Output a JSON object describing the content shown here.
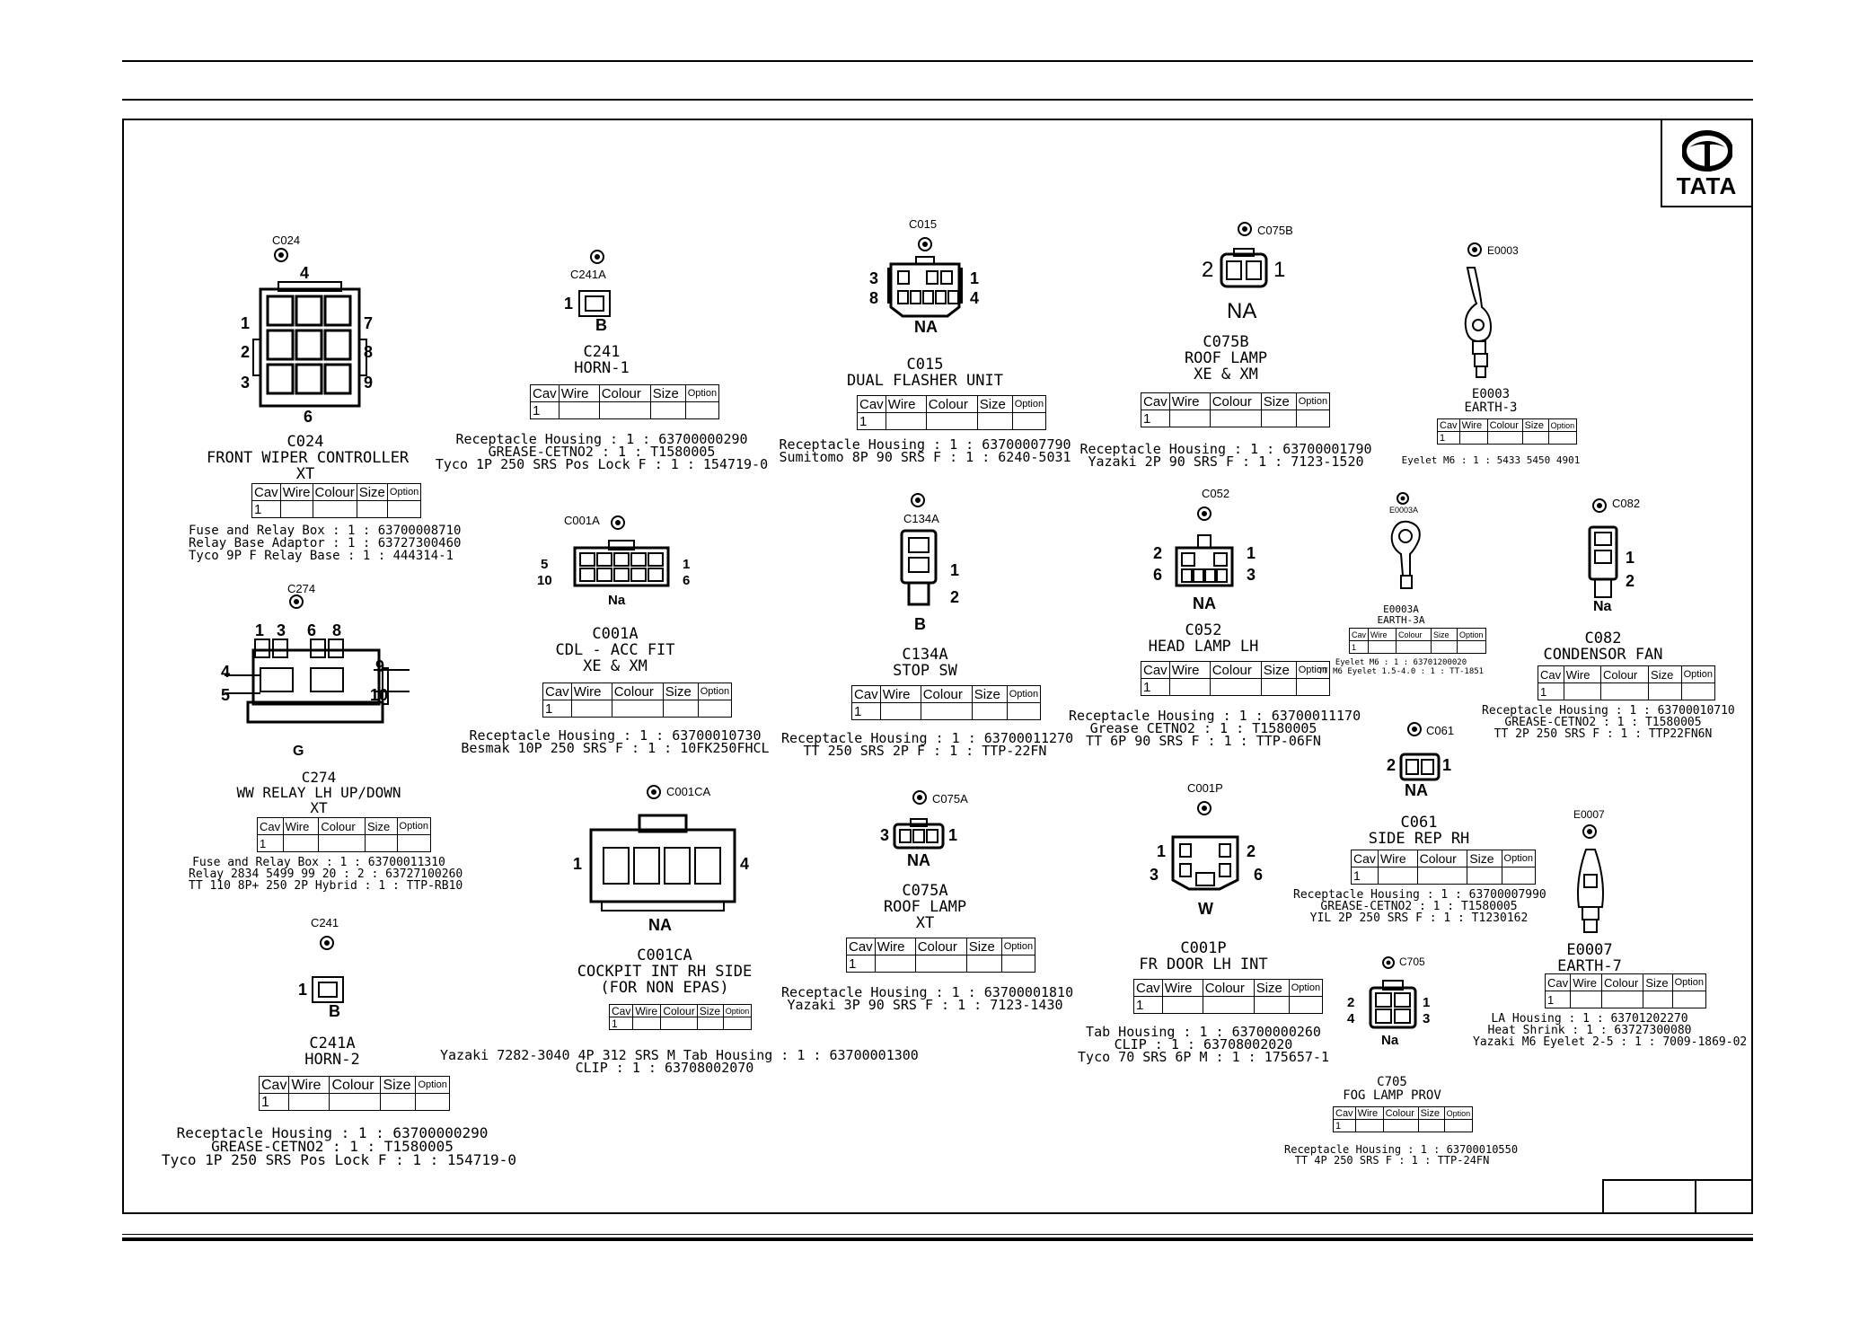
{
  "brand": {
    "logo_text": "TATA"
  },
  "table_headers": [
    "Cav",
    "Wire",
    "Colour",
    "Size",
    "Option"
  ],
  "connectors": {
    "c024": {
      "tag": "C024",
      "id": "C024",
      "name": "FRONT WIPER CONTROLLER",
      "variant": "XT",
      "cavity": "1",
      "pins": [
        "4",
        "1",
        "2",
        "3",
        "7",
        "8",
        "9",
        "6"
      ],
      "notes": [
        "Fuse and Relay Box : 1 : 63700008710",
        "Relay Base Adaptor : 1 : 63727300460",
        "Tyco 9P F Relay Base : 1 : 444314-1"
      ]
    },
    "c241a_top": {
      "tag": "C241A",
      "id": "C241",
      "name": "HORN-1",
      "cavity": "1",
      "pins": [
        "1",
        "B"
      ],
      "notes": [
        "Receptacle Housing : 1 : 63700000290",
        "GREASE-CETNO2 : 1 : T1580005",
        "Tyco 1P 250 SRS Pos Lock F : 1 : 154719-0"
      ]
    },
    "c015": {
      "tag": "C015",
      "id": "C015",
      "name": "DUAL FLASHER UNIT",
      "cavity": "1",
      "pins": [
        "3",
        "8",
        "1",
        "4",
        "NA"
      ],
      "notes": [
        "Receptacle Housing : 1 : 63700007790",
        "Sumitomo 8P 90 SRS F : 1 : 6240-5031"
      ]
    },
    "c075b": {
      "tag": "C075B",
      "id": "C075B",
      "name": "ROOF LAMP",
      "variant": "XE & XM",
      "cavity": "1",
      "pins": [
        "2",
        "1",
        "NA"
      ],
      "notes": [
        "Receptacle Housing : 1 : 63700001790",
        "Yazaki 2P 90 SRS F : 1 : 7123-1520"
      ]
    },
    "e0003": {
      "tag": "E0003",
      "id": "E0003",
      "name": "EARTH-3",
      "cavity": "1",
      "notes": [
        "Eyelet M6 : 1 : 5433 5450 4901"
      ]
    },
    "c001a": {
      "tag": "C001A",
      "id": "C001A",
      "name": "CDL - ACC FIT",
      "variant": "XE & XM",
      "cavity": "1",
      "pins": [
        "5",
        "10",
        "1",
        "6",
        "Na"
      ],
      "notes": [
        "Receptacle Housing : 1 : 63700010730",
        "Besmak 10P 250 SRS F : 1 : 10FK250FHCL"
      ]
    },
    "c134a": {
      "tag": "C134A",
      "id": "C134A",
      "name": "STOP SW",
      "cavity": "1",
      "pins": [
        "1",
        "2",
        "B"
      ],
      "notes": [
        "Receptacle Housing : 1 : 63700011270",
        "TT 250 SRS 2P F : 1 : TTP-22FN"
      ]
    },
    "c052": {
      "tag": "C052",
      "id": "C052",
      "name": "HEAD LAMP LH",
      "cavity": "1",
      "pins": [
        "2",
        "6",
        "1",
        "3",
        "NA"
      ],
      "notes": [
        "Receptacle Housing : 1 : 63700011170",
        "Grease CETNO2 : 1 : T1580005",
        "TT 6P 90 SRS F : 1 : TTP-06FN"
      ]
    },
    "e0003a": {
      "tag": "E0003A",
      "id": "E0003A",
      "name": "EARTH-3A",
      "cavity": "1",
      "notes": [
        "Eyelet M6 : 1 : 63701200020",
        "TT M6 Eyelet 1.5-4.0 : 1 : TT-1851"
      ]
    },
    "c082": {
      "tag": "C082",
      "id": "C082",
      "name": "CONDENSOR FAN",
      "cavity": "1",
      "pins": [
        "1",
        "2",
        "Na"
      ],
      "notes": [
        "Receptacle Housing : 1 : 63700010710",
        "GREASE-CETNO2 : 1 : T1580005",
        "TT 2P 250 SRS F : 1 : TTP22FN6N"
      ]
    },
    "c274": {
      "tag": "C274",
      "id": "C274",
      "name": "WW RELAY LH UP/DOWN",
      "variant": "XT",
      "cavity": "1",
      "pins": [
        "1",
        "3",
        "6",
        "8",
        "4",
        "5",
        "9",
        "10",
        "G"
      ],
      "notes": [
        "Fuse and Relay Box : 1 : 63700011310",
        "Relay 2834 5499 99 20 : 2 : 63727100260",
        "TT 110 8P+ 250 2P Hybrid : 1 : TTP-RB10"
      ]
    },
    "c001ca": {
      "tag": "C001CA",
      "id": "C001CA",
      "name": "COCKPIT INT RH SIDE",
      "variant": "(FOR NON EPAS)",
      "cavity": "1",
      "pins": [
        "1",
        "4",
        "NA"
      ],
      "notes": [
        "Yazaki 7282-3040 4P 312 SRS M Tab Housing : 1 : 63700001300",
        "CLIP : 1 : 63708002070"
      ]
    },
    "c075a": {
      "tag": "C075A",
      "id": "C075A",
      "name": "ROOF LAMP",
      "variant": "XT",
      "cavity": "1",
      "pins": [
        "3",
        "1",
        "NA"
      ],
      "notes": [
        "Receptacle Housing : 1 : 63700001810",
        "Yazaki 3P 90 SRS F : 1 : 7123-1430"
      ]
    },
    "c061": {
      "tag": "C061",
      "id": "C061",
      "name": "SIDE REP RH",
      "cavity": "1",
      "pins": [
        "2",
        "1",
        "NA"
      ],
      "notes": [
        "Receptacle Housing : 1 : 63700007990",
        "GREASE-CETNO2 : 1 : T1580005",
        "YIL 2P 250 SRS F : 1 : T1230162"
      ]
    },
    "e0007": {
      "tag": "E0007",
      "id": "E0007",
      "name": "EARTH-7",
      "cavity": "1",
      "notes": [
        "LA Housing : 1 : 63701202270",
        "Heat Shrink : 1 : 63727300080",
        "Yazaki M6 Eyelet 2-5 : 1 : 7009-1869-02"
      ]
    },
    "c001p": {
      "tag": "C001P",
      "id": "C001P",
      "name": "FR DOOR LH INT",
      "cavity": "1",
      "pins": [
        "1",
        "3",
        "2",
        "6",
        "W"
      ],
      "notes": [
        "Tab Housing : 1 : 63700000260",
        "CLIP : 1 : 63708002020",
        "Tyco 70 SRS 6P M : 1 : 175657-1"
      ]
    },
    "c241_bottom": {
      "tag": "C241",
      "id": "C241A",
      "name": "HORN-2",
      "cavity": "1",
      "pins": [
        "1",
        "B"
      ],
      "notes": [
        "Receptacle Housing : 1 : 63700000290",
        "GREASE-CETNO2 : 1 : T1580005",
        "Tyco 1P 250 SRS Pos Lock F : 1 : 154719-0"
      ]
    },
    "c705": {
      "tag": "C705",
      "id": "C705",
      "name": "FOG LAMP PROV",
      "cavity": "1",
      "pins": [
        "2",
        "4",
        "1",
        "3",
        "Na"
      ],
      "notes": [
        "Receptacle Housing : 1 : 63700010550",
        "TT 4P 250 SRS F : 1 : TTP-24FN"
      ]
    }
  }
}
